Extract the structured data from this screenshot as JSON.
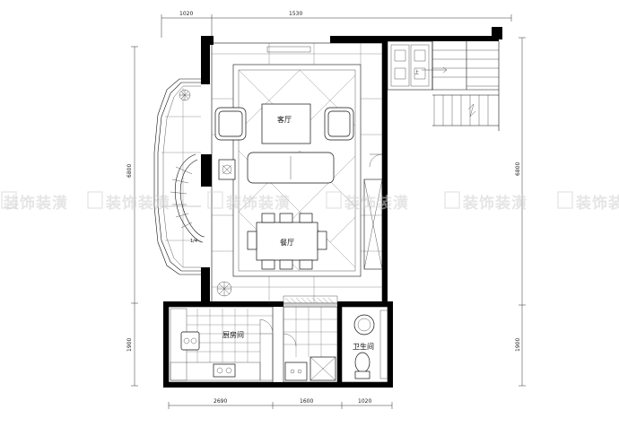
{
  "rooms": {
    "living": "客厅",
    "dining": "餐厅",
    "kitchen": "厨房间",
    "bathroom": "卫生间"
  },
  "dimensions": {
    "top_left": "1020",
    "top_right": "1530",
    "left_height": "6800",
    "right_height": "6800",
    "left_lower": "1900",
    "right_lower": "1900",
    "bottom_1": "2690",
    "bottom_2": "1600",
    "bottom_3": "1020"
  },
  "labels": {
    "stair_mark": "1/4",
    "stair_mark_right": "上"
  },
  "watermark": "装饰装潢"
}
